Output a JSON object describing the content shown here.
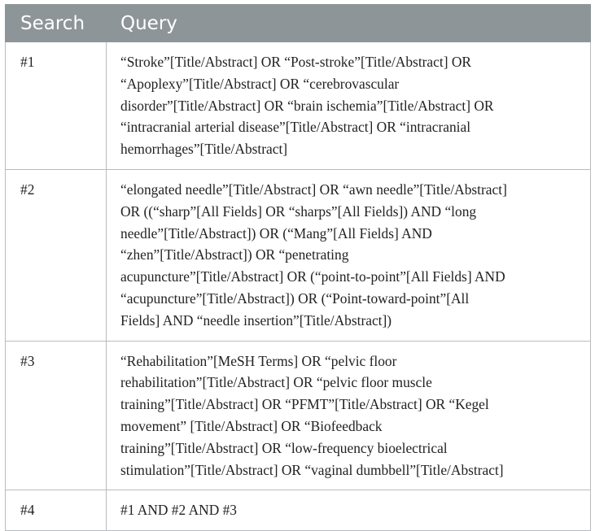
{
  "table": {
    "headers": {
      "search": "Search",
      "query": "Query"
    },
    "rows": [
      {
        "search": "#1",
        "query_lines": [
          "“Stroke”[Title/Abstract] OR “Post-stroke”[Title/Abstract] OR",
          "“Apoplexy”[Title/Abstract] OR “cerebrovascular",
          "disorder”[Title/Abstract] OR “brain ischemia”[Title/Abstract] OR",
          "“intracranial arterial disease”[Title/Abstract] OR “intracranial",
          "hemorrhages”[Title/Abstract]"
        ]
      },
      {
        "search": "#2",
        "query_lines": [
          "“elongated needle”[Title/Abstract] OR “awn needle”[Title/Abstract]",
          "OR ((“sharp”[All Fields] OR “sharps”[All Fields]) AND “long",
          "needle”[Title/Abstract]) OR (“Mang”[All Fields] AND",
          "“zhen”[Title/Abstract]) OR “penetrating",
          "acupuncture”[Title/Abstract] OR (“point-to-point”[All Fields] AND",
          "“acupuncture”[Title/Abstract]) OR (“Point-toward-point”[All",
          "Fields] AND “needle insertion”[Title/Abstract])"
        ]
      },
      {
        "search": "#3",
        "query_lines": [
          "“Rehabilitation”[MeSH Terms] OR “pelvic floor",
          "rehabilitation”[Title/Abstract] OR “pelvic floor muscle",
          "training”[Title/Abstract] OR “PFMT”[Title/Abstract] OR “Kegel",
          "movement” [Title/Abstract] OR “Biofeedback",
          "training”[Title/Abstract] OR “low-frequency bioelectrical",
          "stimulation”[Title/Abstract] OR “vaginal dumbbell”[Title/Abstract]"
        ]
      },
      {
        "search": "#4",
        "query_lines": [
          "#1 AND #2 AND #3"
        ]
      }
    ]
  },
  "colors": {
    "header_bg": "#8d9599",
    "header_text": "#ffffff",
    "border": "#b8bcbf",
    "body_text": "#222222"
  }
}
